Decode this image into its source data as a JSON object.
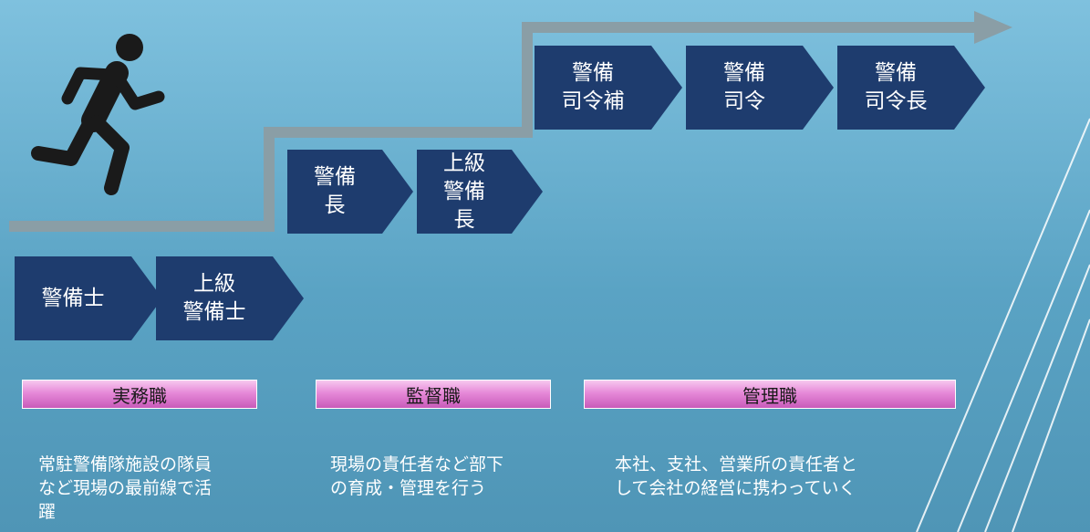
{
  "steps": [
    {
      "label": "警備士"
    },
    {
      "label": "上級\n警備士"
    },
    {
      "label": "警備\n長"
    },
    {
      "label": "上級\n警備\n長"
    },
    {
      "label": "警備\n司令補"
    },
    {
      "label": "警備\n司令"
    },
    {
      "label": "警備\n司令長"
    }
  ],
  "categories": [
    {
      "label": "実務職",
      "description": "常駐警備隊施設の隊員\nなど現場の最前線で活\n躍"
    },
    {
      "label": "監督職",
      "description": "現場の責任者など部下\nの育成・管理を行う"
    },
    {
      "label": "管理職",
      "description": "本社、支社、営業所の責任者と\nして会社の経営に携わっていく"
    }
  ],
  "icons": {
    "runner": "running-person-icon"
  },
  "colors": {
    "arrow_box": "#1e3c6e",
    "step_line": "#8a9ea6",
    "bar_top": "#f7c8ef",
    "bar_bottom": "#c85bba"
  }
}
